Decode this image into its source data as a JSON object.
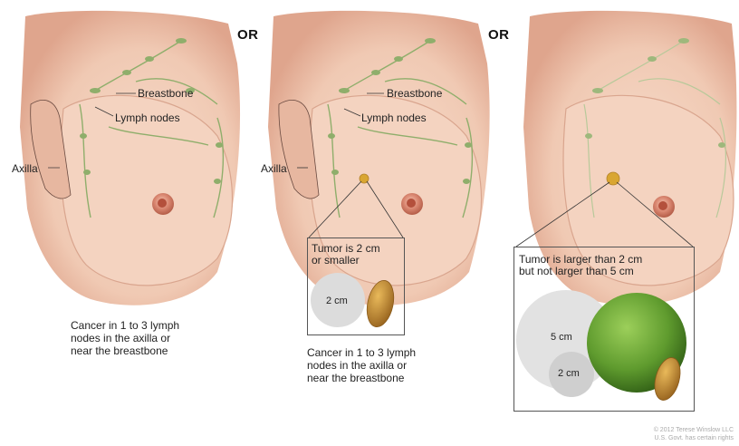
{
  "separators": {
    "or_1": "OR",
    "or_2": "OR"
  },
  "panel_1": {
    "breastbone_label": "Breastbone",
    "lymph_nodes_label": "Lymph nodes",
    "axilla_label": "Axilla",
    "caption_line1": "Cancer in 1 to 3 lymph",
    "caption_line2": "nodes in the axilla or",
    "caption_line3": "near the breastbone"
  },
  "panel_2": {
    "breastbone_label": "Breastbone",
    "lymph_nodes_label": "Lymph nodes",
    "axilla_label": "Axilla",
    "box_line1": "Tumor is 2 cm",
    "box_line2": "or smaller",
    "size_label": "2 cm",
    "caption_line1": "Cancer in 1 to 3 lymph",
    "caption_line2": "nodes in the axilla or",
    "caption_line3": "near the breastbone"
  },
  "panel_3": {
    "box_line1": "Tumor is larger than 2 cm",
    "box_line2": "but not larger than 5 cm",
    "size_label_large": "5 cm",
    "size_label_small": "2 cm"
  },
  "credit_line1": "© 2012 Terese Winslow LLC",
  "credit_line2": "U.S. Govt. has certain rights",
  "colors": {
    "skin": "#f2cdb8",
    "skin_shadow": "#d99e86",
    "nipple": "#c96a55",
    "lymph_node": "#8fae6b",
    "tumor": "#d9a632",
    "lime": "#5f9b2e",
    "peanut": "#b9822a",
    "size_circle": "#dcdcdc"
  }
}
